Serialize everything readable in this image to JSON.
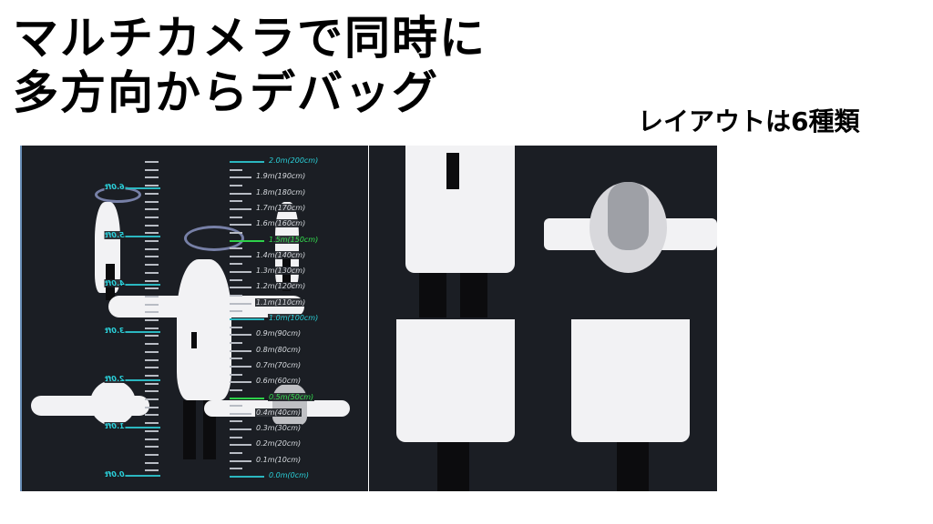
{
  "slide": {
    "title_line1": "マルチカメラで同時に",
    "title_line2": "多方向からデバッグ",
    "subtitle": "レイアウトは6種類"
  },
  "left_view": {
    "metric_scale": [
      "2.0m(200cm)",
      "1.9m(190cm)",
      "1.8m(180cm)",
      "1.7m(170cm)",
      "1.6m(160cm)",
      "1.5m(150cm)",
      "1.4m(140cm)",
      "1.3m(130cm)",
      "1.2m(120cm)",
      "1.1m(110cm)",
      "1.0m(100cm)",
      "0.9m(90cm)",
      "0.8m(80cm)",
      "0.7m(70cm)",
      "0.6m(60cm)",
      "0.5m(50cm)",
      "0.4m(40cm)",
      "0.3m(30cm)",
      "0.2m(20cm)",
      "0.1m(10cm)",
      "0.0m(0cm)"
    ],
    "feet_scale": [
      "6.0ft",
      "5.0ft",
      "4.0ft",
      "3.0ft",
      "2.0ft",
      "1.0ft",
      "0.0ft"
    ],
    "colors": {
      "background": "#1b1e24",
      "accent_cyan": "#2bd0da",
      "accent_green": "#35e050"
    }
  }
}
